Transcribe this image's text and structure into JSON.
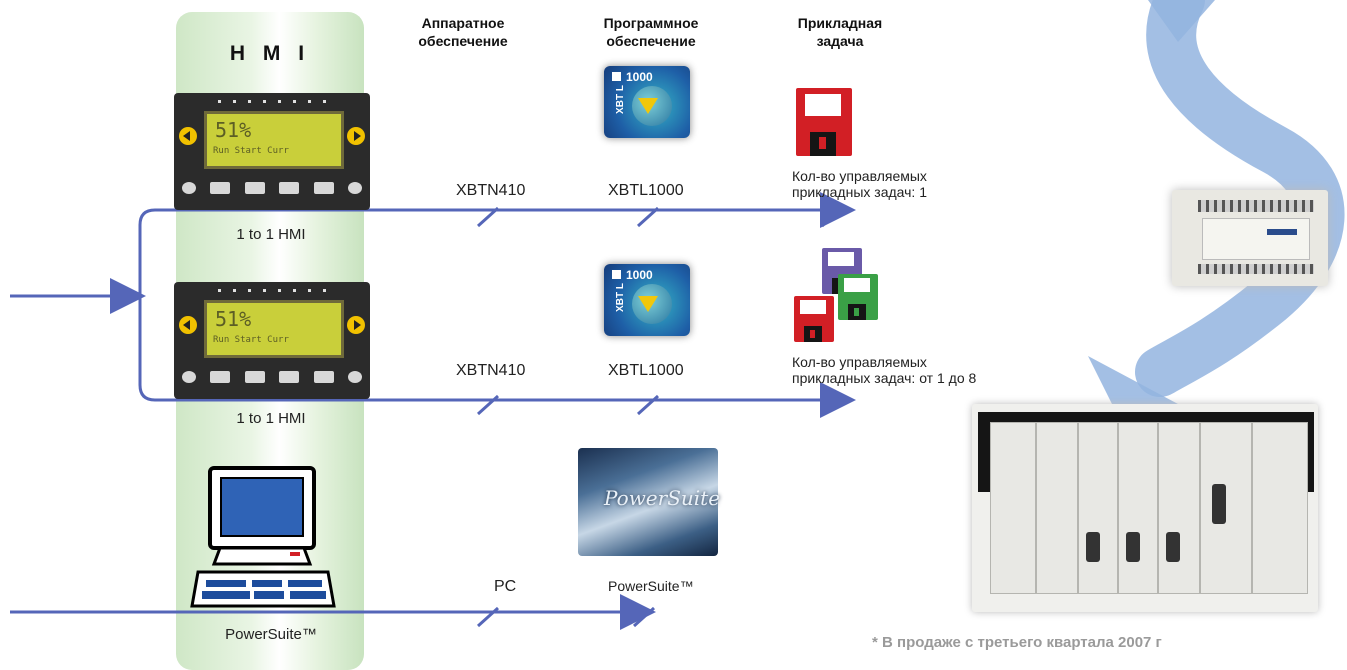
{
  "hmi_title": "H M I",
  "columns": {
    "hardware": [
      "Аппаратное",
      "обеспечение"
    ],
    "software": [
      "Программное",
      "обеспечение"
    ],
    "application": [
      "Прикладная",
      "задача"
    ]
  },
  "rows": [
    {
      "hmi_label": "1 to 1 HMI",
      "display_percent": "51%",
      "display_subtext": "Run  Start  Curr",
      "hardware": "XBTN410",
      "software": "XBTL1000",
      "software_tile_number": "1000",
      "software_tile_prefix": "XBT L",
      "application_lines": [
        "Кол-во управляемых",
        "прикладных задач: 1"
      ]
    },
    {
      "hmi_label": "1 to 1 HMI",
      "display_percent": "51%",
      "display_subtext": "Run  Start  Curr",
      "hardware": "XBTN410",
      "software": "XBTL1000",
      "software_tile_number": "1000",
      "software_tile_prefix": "XBT L",
      "application_lines": [
        "Кол-во управляемых",
        "прикладных задач: от 1 до 8"
      ]
    },
    {
      "hmi_label": "PowerSuite™",
      "hardware": "PC",
      "software": "PowerSuite™",
      "software_image_text": "PowerSuite"
    }
  ],
  "footnote": "* В продаже с третьего квартала 2007 г",
  "colors": {
    "line_blue": "#5566b8",
    "hmi_band_green": "#d6ecce",
    "decor_blue": "#93b4df",
    "floppy_red": "#d21f25",
    "floppy_green": "#3aa046",
    "floppy_purple": "#6a5aa8",
    "note_grey": "#9a9a9a"
  }
}
